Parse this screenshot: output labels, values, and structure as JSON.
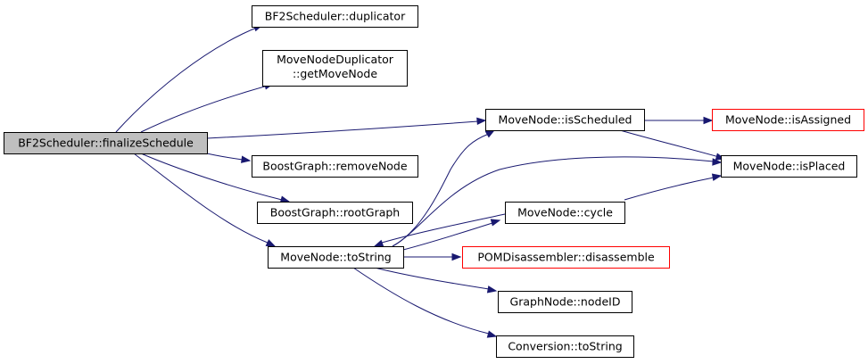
{
  "nodes": [
    {
      "id": "n0",
      "label": "BF2Scheduler::finalizeSchedule",
      "style": "root",
      "clickable": false
    },
    {
      "id": "n1",
      "label": "BF2Scheduler::duplicator",
      "style": "normal",
      "clickable": true
    },
    {
      "id": "n2",
      "label": "MoveNodeDuplicator",
      "label2": "::getMoveNode",
      "style": "normal",
      "clickable": true
    },
    {
      "id": "n3",
      "label": "MoveNode::isScheduled",
      "style": "normal",
      "clickable": true
    },
    {
      "id": "n4",
      "label": "BoostGraph::removeNode",
      "style": "normal",
      "clickable": true
    },
    {
      "id": "n5",
      "label": "BoostGraph::rootGraph",
      "style": "normal",
      "clickable": true
    },
    {
      "id": "n6",
      "label": "MoveNode::toString",
      "style": "normal",
      "clickable": true
    },
    {
      "id": "n7",
      "label": "MoveNode::isAssigned",
      "style": "red",
      "clickable": true
    },
    {
      "id": "n8",
      "label": "MoveNode::isPlaced",
      "style": "normal",
      "clickable": true
    },
    {
      "id": "n9",
      "label": "MoveNode::cycle",
      "style": "normal",
      "clickable": true
    },
    {
      "id": "n10",
      "label": "POMDisassembler::disassemble",
      "style": "red",
      "clickable": true
    },
    {
      "id": "n11",
      "label": "GraphNode::nodeID",
      "style": "normal",
      "clickable": true
    },
    {
      "id": "n12",
      "label": "Conversion::toString",
      "style": "normal",
      "clickable": true
    }
  ],
  "edges": [
    {
      "from": "BF2Scheduler::finalizeSchedule",
      "to": "BF2Scheduler::duplicator"
    },
    {
      "from": "BF2Scheduler::finalizeSchedule",
      "to": "MoveNodeDuplicator::getMoveNode"
    },
    {
      "from": "BF2Scheduler::finalizeSchedule",
      "to": "MoveNode::isScheduled"
    },
    {
      "from": "BF2Scheduler::finalizeSchedule",
      "to": "BoostGraph::removeNode"
    },
    {
      "from": "BF2Scheduler::finalizeSchedule",
      "to": "BoostGraph::rootGraph"
    },
    {
      "from": "BF2Scheduler::finalizeSchedule",
      "to": "MoveNode::toString"
    },
    {
      "from": "MoveNode::isScheduled",
      "to": "MoveNode::isAssigned"
    },
    {
      "from": "MoveNode::isScheduled",
      "to": "MoveNode::isPlaced"
    },
    {
      "from": "MoveNode::toString",
      "to": "MoveNode::isScheduled"
    },
    {
      "from": "MoveNode::toString",
      "to": "MoveNode::isPlaced"
    },
    {
      "from": "MoveNode::toString",
      "to": "MoveNode::cycle"
    },
    {
      "from": "MoveNode::toString",
      "to": "POMDisassembler::disassemble"
    },
    {
      "from": "MoveNode::toString",
      "to": "GraphNode::nodeID"
    },
    {
      "from": "MoveNode::toString",
      "to": "Conversion::toString"
    },
    {
      "from": "MoveNode::cycle",
      "to": "MoveNode::isPlaced"
    },
    {
      "from": "MoveNode::cycle",
      "to": "MoveNode::toString"
    }
  ],
  "colors": {
    "edge": "#191970",
    "root_fill": "#bfbfbf",
    "node_fill": "#ffffff",
    "normal_border": "#000000",
    "red_border": "#ff0000"
  }
}
